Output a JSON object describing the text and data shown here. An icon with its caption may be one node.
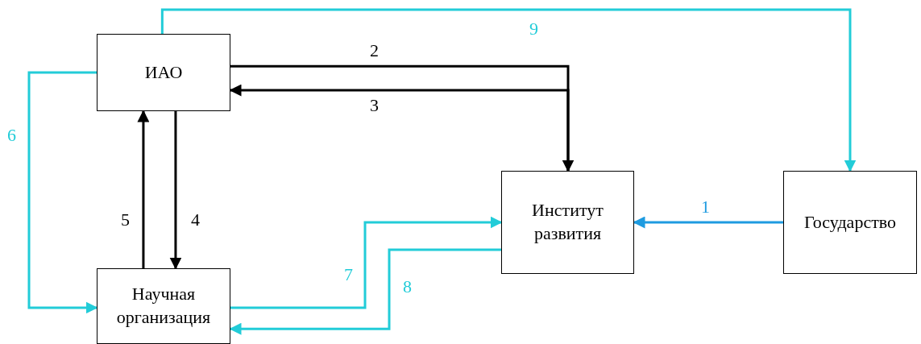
{
  "diagram": {
    "nodes": [
      {
        "text": [
          "ИАО"
        ]
      },
      {
        "text": [
          "Институт развития"
        ]
      },
      {
        "text": [
          "Государство"
        ]
      },
      {
        "text": [
          "Научная организация"
        ]
      }
    ],
    "edges": [
      {
        "from": 2,
        "to": 1,
        "arrow": "to",
        "label": "1",
        "color": "#1e9be0"
      },
      {
        "from": 0,
        "to": 1,
        "arrow": "to",
        "label": "2"
      },
      {
        "from": 1,
        "to": 0,
        "arrow": "to",
        "label": "3"
      },
      {
        "from": 0,
        "to": 3,
        "arrow": "to",
        "label": "4"
      },
      {
        "from": 3,
        "to": 0,
        "arrow": "to",
        "label": "5"
      },
      {
        "from": 0,
        "to": 3,
        "arrow": "to",
        "label": "6",
        "color": "#22ccd8"
      },
      {
        "from": 3,
        "to": 1,
        "arrow": "to",
        "label": "7",
        "color": "#22ccd8"
      },
      {
        "from": 1,
        "to": 3,
        "arrow": "to",
        "label": "8",
        "color": "#22ccd8"
      },
      {
        "from": 0,
        "to": 2,
        "arrow": "to",
        "label": "9",
        "color": "#22ccd8"
      }
    ]
  }
}
